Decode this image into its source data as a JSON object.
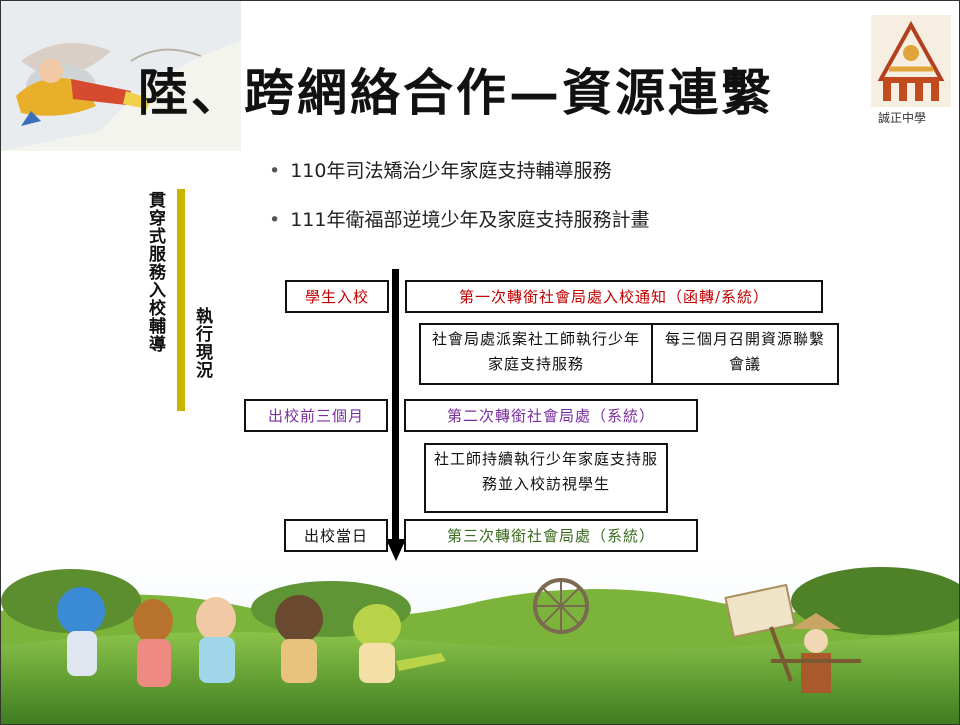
{
  "header": {
    "title": "陸、跨網絡合作—資源連繫",
    "logo_text": "誠正中學"
  },
  "bullets": [
    "110年司法矯治少年家庭支持輔導服務",
    "111年衛福部逆境少年及家庭支持服務計畫"
  ],
  "side_labels": {
    "main": "貫穿式服務入校輔導",
    "sub": "執行現況"
  },
  "flow": {
    "stage1_label": "學生入校",
    "stage1_action": "第一次轉銜社會局處入校通知（函轉/系統）",
    "service_box_a": "社會局處派案社工師執行少年家庭支持服務",
    "service_box_b": "每三個月召開資源聯繫會議",
    "stage2_label": "出校前三個月",
    "stage2_action": "第二次轉銜社會局處（系統）",
    "service_box_c": "社工師持續執行少年家庭支持服務並入校訪視學生",
    "stage3_label": "出校當日",
    "stage3_action": "第三次轉銜社會局處（系統）"
  },
  "colors": {
    "stage1": "#c00000",
    "stage2": "#7a2f9e",
    "stage3": "#3a6b1f",
    "accent_bar": "#c9b400"
  }
}
